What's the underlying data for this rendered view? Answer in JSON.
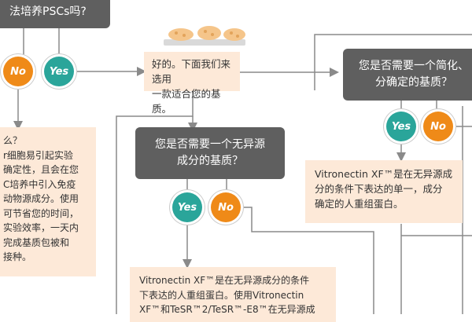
{
  "colors": {
    "question_bg": "#5f5f5f",
    "info_bg": "#fde9d8",
    "yes": "#2aa59a",
    "no": "#ef8a18",
    "line": "#8a8a8a",
    "cells": "#f5c58a"
  },
  "nodes": {
    "q_top": "法培养PSCs吗?",
    "info_center": "好的。下面我们来选用\n一款适合您的基质。",
    "q_simple": "您是否需要一个简化、\n分确定的基质？",
    "q_xeno": "您是否需要一个无异源\n成分的基质？",
    "info_left": "么？\nr细胞易引起实验\n确定性，且会在您\nC培养中引入免疫\n动物源成分。使用\n可节省您的时间，\n实验效率，一天内\n完成基质包被和\n接种。",
    "info_right": "Vitronectin XF™是在无异源成\n分的条件下表达的单一，成分\n确定的人重组蛋白。",
    "info_bottom": "Vitronectin XF™是在无异源成分的条件\n下表达的人重组蛋白。使用Vitronectin\nXF™和TeSR™2/TeSR™-E8™在无异源成"
  },
  "buttons": {
    "no": "No",
    "yes": "Yes"
  },
  "icons": [
    "cell-culture-icon"
  ]
}
